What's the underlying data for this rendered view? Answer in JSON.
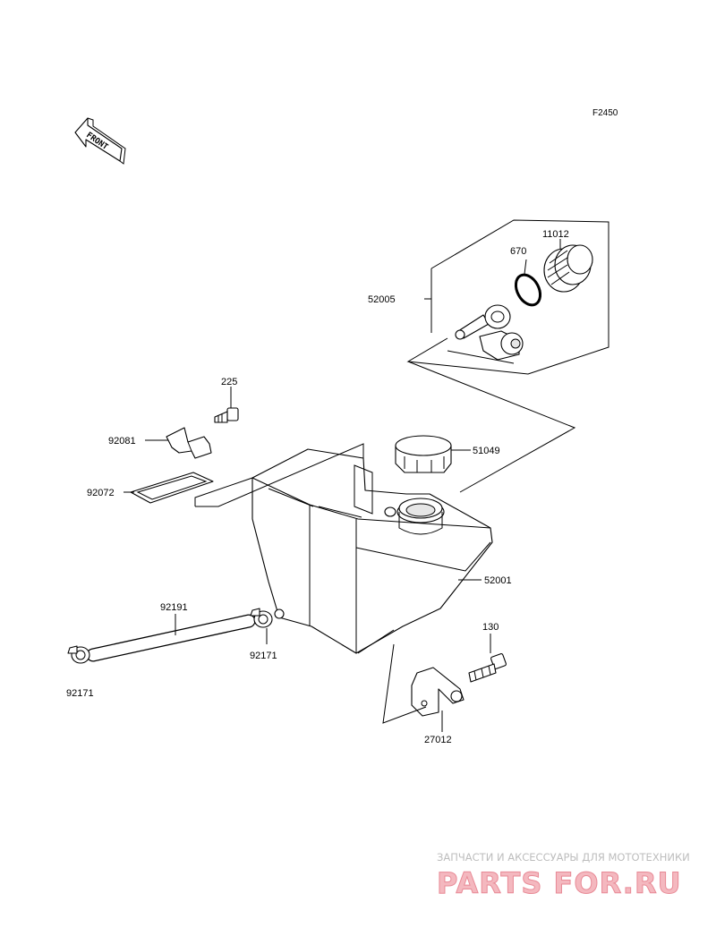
{
  "figure": {
    "code": "F2450",
    "front_arrow_text": "FRONT"
  },
  "labels": {
    "p52005": "52005",
    "p670": "670",
    "p11012": "11012",
    "p225": "225",
    "p92081": "92081",
    "p92072": "92072",
    "p51049": "51049",
    "p52001": "52001",
    "p92191": "92191",
    "p92171a": "92171",
    "p92171b": "92171",
    "p130": "130",
    "p27012": "27012"
  },
  "watermark": {
    "tagline": "ЗАПЧАСТИ И АКСЕССУАРЫ ДЛЯ МОТОТЕХНИКИ",
    "logo": "PARTS FOR.RU"
  }
}
